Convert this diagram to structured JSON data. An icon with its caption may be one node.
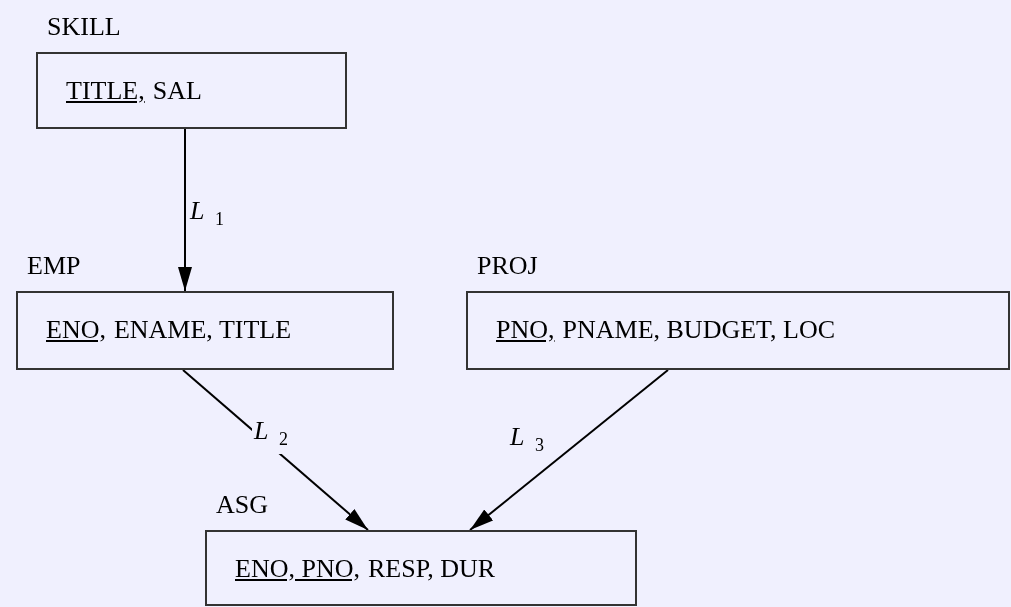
{
  "diagram": {
    "nodes": [
      {
        "text": [
          "SKILL",
          "TITLE,",
          "SAL"
        ]
      },
      {
        "text": [
          "EMP",
          "ENO,",
          "ENAME, TITLE"
        ]
      },
      {
        "text": [
          "PROJ",
          "PNO,",
          "PNAME, BUDGET, LOC"
        ]
      },
      {
        "text": [
          "ASG",
          "ENO, PNO,",
          "RESP, DUR"
        ]
      }
    ],
    "edges": [
      {
        "from": 0,
        "to": 1,
        "arrow": "to",
        "label": "*L* $_{1}$"
      },
      {
        "from": 1,
        "to": 3,
        "arrow": "to",
        "label": "*L* $_{2}$"
      },
      {
        "from": 2,
        "to": 3,
        "arrow": "to",
        "label": "*L* $_{3}$"
      }
    ]
  }
}
